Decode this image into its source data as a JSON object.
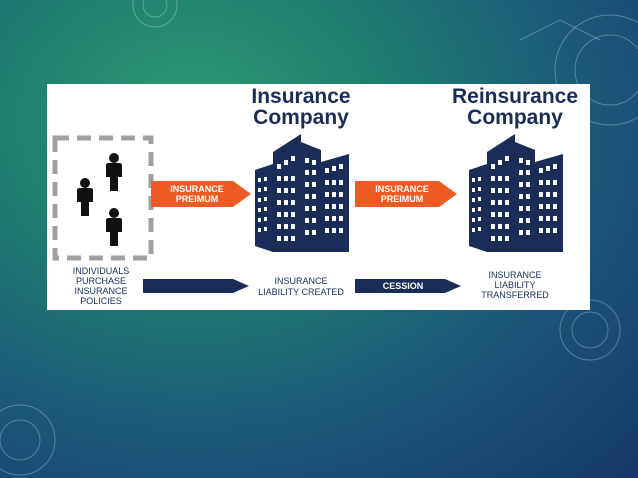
{
  "background": {
    "gradient_colors": [
      "#2f9a73",
      "#1a5a78",
      "#15386b"
    ]
  },
  "diagram": {
    "insurance_company_title": [
      "Insurance",
      "Company"
    ],
    "reinsurance_company_title": [
      "Reinsurance",
      "Company"
    ],
    "arrow_premium_1": [
      "INSURANCE",
      "PREIMUM"
    ],
    "arrow_premium_2": [
      "INSURANCE",
      "PREIMUM"
    ],
    "arrow_cession": "CESSION",
    "caption_individuals": [
      "INDIVIDUALS",
      "PURCHASE",
      "INSURANCE",
      "POLICIES"
    ],
    "caption_insurance_company": [
      "INSURANCE",
      "LIABILITY CREATED"
    ],
    "caption_reinsurance_company": [
      "INSURANCE",
      "LIABILITY",
      "TRANSFERRED"
    ],
    "colors": {
      "navy": "#1a2c57",
      "orange": "#ee5a24",
      "dashed_border": "#a0a0a0",
      "person": "#111111"
    },
    "icons": [
      "people-icon",
      "building-icon",
      "building-icon"
    ]
  }
}
